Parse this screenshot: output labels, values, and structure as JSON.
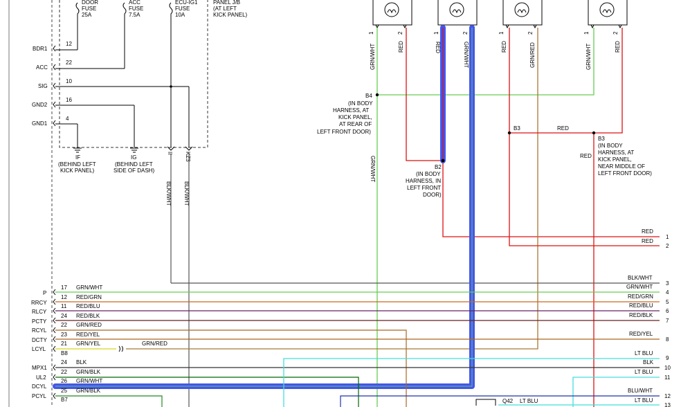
{
  "fuses": [
    {
      "name": "DOOR",
      "label": "FUSE",
      "rating": "25A"
    },
    {
      "name": "ACC",
      "label": "FUSE",
      "rating": "7.5A"
    },
    {
      "name": "ECU-IG1",
      "label": "FUSE",
      "rating": "10A"
    }
  ],
  "panel_note": [
    "PANEL J/B",
    "(AT LEFT",
    "KICK PANEL)"
  ],
  "ecu_left_pins": [
    {
      "name": "BDR1",
      "num": "12"
    },
    {
      "name": "ACC",
      "num": "22"
    },
    {
      "name": "SIG",
      "num": "10"
    },
    {
      "name": "GND2",
      "num": "16"
    },
    {
      "name": "GND1",
      "num": "4"
    }
  ],
  "grounds": [
    {
      "id": "IF",
      "desc": [
        "(BEHIND LEFT",
        "KICK PANEL)"
      ]
    },
    {
      "id": "IG",
      "desc": [
        "(BEHIND LEFT",
        "SIDE OF DASH)"
      ]
    }
  ],
  "jb_connectors": [
    "II",
    "KZ3"
  ],
  "vertical_wire_labels": {
    "blk_wht_1": "BLK/WHT",
    "blk_wht_2": "BLK/WHT",
    "grn_wht_left": "GRN/WHT"
  },
  "lamps": [
    {
      "pin1": "1",
      "pin2": "2",
      "wire1": "GRN/WHT",
      "wire2": "RED"
    },
    {
      "pin1": "1",
      "pin2": "2",
      "wire1": "RED",
      "wire2": "GRN/WHT"
    },
    {
      "pin1": "1",
      "pin2": "2",
      "wire1": "RED",
      "wire2": "GRN/RED"
    },
    {
      "pin1": "1",
      "pin2": "2",
      "wire1": "GRN/WHT",
      "wire2": "RED"
    }
  ],
  "splices": {
    "b4": {
      "id": "B4",
      "desc": [
        "(IN BODY",
        "HARNESS, AT",
        "KICK PANEL,",
        "AT REAR OF",
        "LEFT FRONT DOOR)"
      ]
    },
    "b2": {
      "id": "B2",
      "desc": [
        "(IN BODY",
        "HARNESS, IN",
        "LEFT FRONT",
        "DOOR)"
      ]
    },
    "b3_left": {
      "id": "B3"
    },
    "b3_right": {
      "id": "B3",
      "desc": [
        "(IN BODY",
        "HARNESS, AT",
        "KICK PANEL,",
        "NEAR MIDDLE OF",
        "LEFT FRONT DOOR)"
      ]
    },
    "b3_red_label": "RED",
    "b3_side_label": "RED"
  },
  "left_rows": [
    {
      "name": "P",
      "pin": "17",
      "wire": "GRN/WHT",
      "color": "#44aa44"
    },
    {
      "name": "",
      "pin": "12",
      "wire": "RED/GRN",
      "color": "#66cc66"
    },
    {
      "name": "RRCY",
      "pin": "11",
      "wire": "RED/BLU",
      "color": "#cc6622"
    },
    {
      "name": "RLCY",
      "pin": "24",
      "wire": "RED/BLK",
      "color": "#662266"
    },
    {
      "name": "PCTY",
      "pin": "22",
      "wire": "GRN/RED",
      "color": "#662222"
    },
    {
      "name": "RCYL",
      "pin": "23",
      "wire": "RED/YEL",
      "color": "#aa6622"
    },
    {
      "name": "DCTY",
      "pin": "21",
      "wire": "GRN/YEL",
      "color": "#aa8822"
    },
    {
      "name": "LCYL",
      "pin": "B8",
      "wire": "",
      "color": "#dddd44"
    },
    {
      "name": "",
      "pin": "24",
      "wire": "BLK",
      "color": "#333333"
    },
    {
      "name": "MPX1",
      "pin": "22",
      "wire": "GRN/BLK",
      "color": "#006600"
    },
    {
      "name": "UL2",
      "pin": "26",
      "wire": "GRN/WHT",
      "color": "#4455ee"
    },
    {
      "name": "DCYL",
      "pin": "25",
      "wire": "GRN/BLK",
      "color": "#006600"
    },
    {
      "name": "PCYL",
      "pin": "B7",
      "wire": "",
      "color": "#228822"
    }
  ],
  "grn_red_mid": "GRN/RED",
  "right_terms": [
    {
      "num": "1",
      "wire": "RED"
    },
    {
      "num": "2",
      "wire": "RED"
    },
    {
      "num": "3",
      "wire": "BLK/WHT"
    },
    {
      "num": "4",
      "wire": "GRN/WHT"
    },
    {
      "num": "5",
      "wire": "RED/GRN"
    },
    {
      "num": "6",
      "wire": "RED/BLU"
    },
    {
      "num": "7",
      "wire": "RED/BLK"
    },
    {
      "num": "8",
      "wire": "RED/YEL"
    },
    {
      "num": "9",
      "wire": "LT BLU"
    },
    {
      "num": "10",
      "wire": "BLK"
    },
    {
      "num": "11",
      "wire": "LT BLU"
    },
    {
      "num": "12",
      "wire": "BLU/WHT"
    },
    {
      "num": "13",
      "wire": "LT BLU"
    }
  ],
  "bottom": {
    "conn": "Q42",
    "wire": "LT BLU"
  },
  "colors": {
    "red": "#dd1111",
    "green": "#66cc55",
    "blue_highlight": "#4455ee",
    "cyan": "#44dddd",
    "grey": "#555555",
    "brown": "#aa7733"
  }
}
